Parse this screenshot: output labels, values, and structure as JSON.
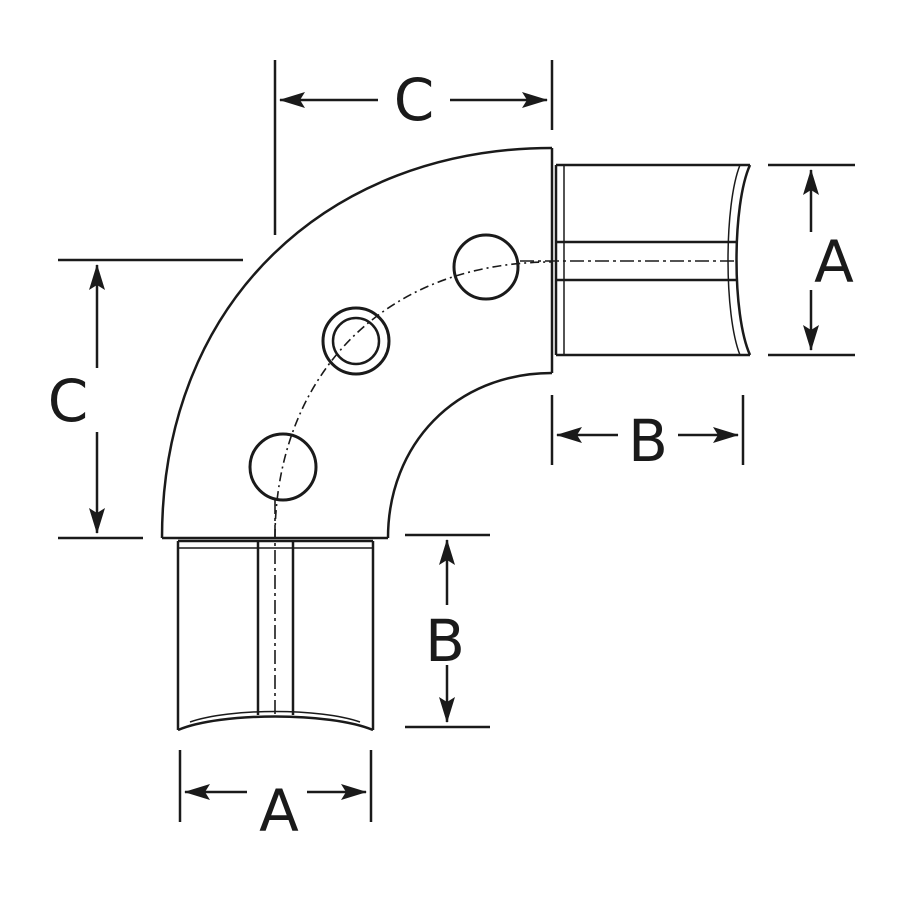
{
  "diagram": {
    "dimension_labels": {
      "top_width": "C",
      "left_height": "C",
      "right_outlet_diameter": "A",
      "right_outlet_length": "B",
      "bottom_outlet_length": "B",
      "bottom_outlet_diameter": "A"
    },
    "colors": {
      "ink": "#1a1a1a",
      "background": "#ffffff"
    }
  }
}
